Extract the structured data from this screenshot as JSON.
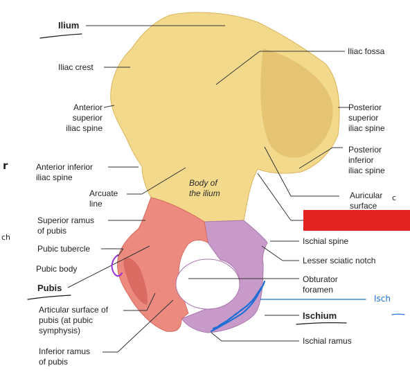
{
  "colors": {
    "ilium": "#f3d98c",
    "ilium_shadow": "#d9b55e",
    "pubis": "#ec8a80",
    "pubis_dark": "#d96b62",
    "ischium": "#c79ac9",
    "ischium_dark": "#a978ad",
    "foramen": "#ffffff",
    "leader": "#333333",
    "redact": "#e32222",
    "pen_blue": "#1f6fd6",
    "pen_purple": "#9b2fd6",
    "pen_dark": "#1a1a1a"
  },
  "labels": {
    "ilium": "Ilium",
    "iliac_crest": "Iliac crest",
    "iliac_fossa": "Iliac fossa",
    "asis": "Anterior\nsuperior\niliac spine",
    "psis": "Posterior\nsuperior\niliac spine",
    "pii": "Posterior\ninferior\niliac spine",
    "aiis": "Anterior inferior\niliac spine",
    "arcuate_line": "Arcuate\nline",
    "body_ilium": "Body of\nthe ilium",
    "auricular": "Auricular\nsurface",
    "sup_ramus": "Superior ramus\nof pubis",
    "pubic_tubercle": "Pubic tubercle",
    "pubic_body": "Pubic body",
    "pubis": "Pubis",
    "ischial_spine": "Ischial spine",
    "lesser_notch": "Lesser sciatic notch",
    "obturator": "Obturator\nforamen",
    "articular": "Articular surface of\npubis (at pubic\nsymphysis)",
    "ischium": "Ischium",
    "inf_ramus": "Inferior ramus\nof pubis",
    "ischial_ramus": "Ischial ramus"
  },
  "handwriting": {
    "r_mark": "r",
    "ch_mark": "ch",
    "isch_note": "Isch",
    "c_mark": "c"
  }
}
